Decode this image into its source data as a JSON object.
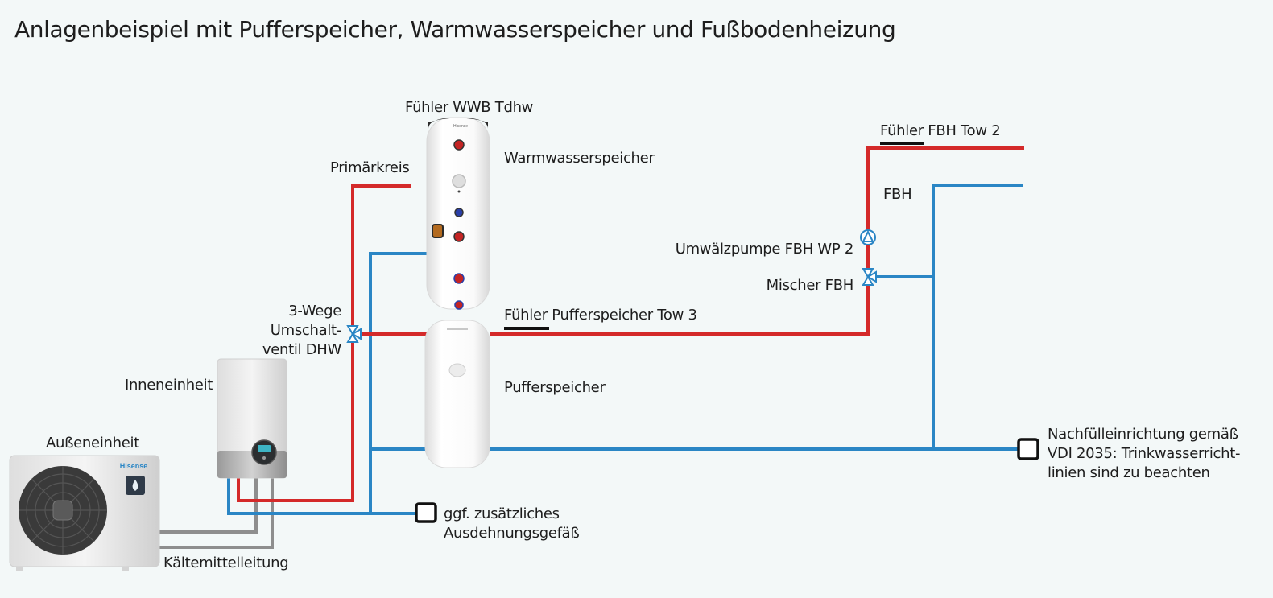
{
  "title": "Anlagenbeispiel mit Pufferspeicher, Warmwasserspeicher und Fußbodenheizung",
  "colors": {
    "flow": "#d42a2a",
    "return": "#2a86c5",
    "refrigerant": "#8e8e8e",
    "background": "#f3f8f8",
    "accent_black": "#111111"
  },
  "labels": {
    "sensor_dhw": "Fühler WWB Tdhw",
    "dhw_tank": "Warmwasserspeicher",
    "primary_circuit": "Primärkreis",
    "sensor_fbh": "Fühler FBH Tow 2",
    "fbh": "FBH",
    "pump_fbh": "Umwälzpumpe FBH WP 2",
    "mixer_fbh": "Mischer FBH",
    "valve_line1": "3-Wege",
    "valve_line2": "Umschalt-",
    "valve_line3": "ventil DHW",
    "sensor_buffer": "Fühler Pufferspeicher Tow 3",
    "indoor_unit": "Inneneinheit",
    "buffer_tank": "Pufferspeicher",
    "outdoor_unit": "Außeneinheit",
    "refill_line1": "Nachfülleinrichtung gemäß",
    "refill_line2": "VDI 2035: Trinkwasserricht-",
    "refill_line3": "linien sind zu beachten",
    "expansion_line1": "ggf. zusätzliches",
    "expansion_line2": "Ausdehnungsgefäß",
    "refrigerant_line": "Kältemittelleitung",
    "brand": "Hisense"
  }
}
